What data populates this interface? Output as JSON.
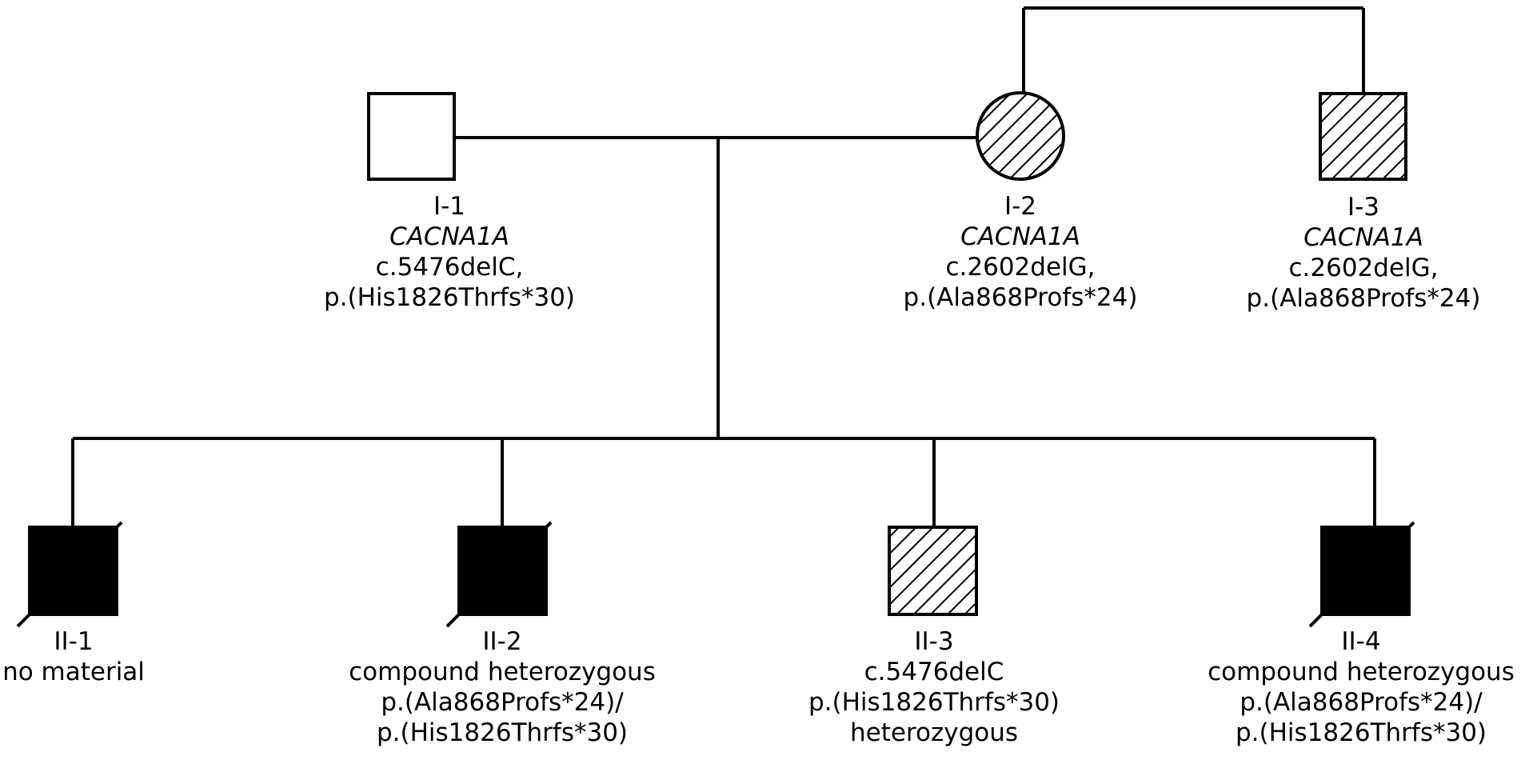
{
  "individuals": {
    "I1": {
      "id": "I-1",
      "gene": "CACNA1A",
      "lines": [
        "c.5476delC,",
        "p.(His1826Thrfs*30)"
      ],
      "sex": "male",
      "status": "unaffected",
      "deceased": false
    },
    "I2": {
      "id": "I-2",
      "gene": "CACNA1A",
      "lines": [
        "c.2602delG,",
        "p.(Ala868Profs*24)"
      ],
      "sex": "female",
      "status": "carrier",
      "deceased": false
    },
    "I3": {
      "id": "I-3",
      "gene": "CACNA1A",
      "lines": [
        "c.2602delG,",
        "p.(Ala868Profs*24)"
      ],
      "sex": "male",
      "status": "carrier",
      "deceased": false
    },
    "II1": {
      "id": "II-1",
      "lines": [
        "no material"
      ],
      "sex": "male",
      "status": "affected",
      "deceased": true
    },
    "II2": {
      "id": "II-2",
      "lines": [
        "compound heterozygous",
        "p.(Ala868Profs*24)/",
        "p.(His1826Thrfs*30)"
      ],
      "sex": "male",
      "status": "affected",
      "deceased": true
    },
    "II3": {
      "id": "II-3",
      "lines": [
        "c.5476delC",
        "p.(His1826Thrfs*30)",
        "heterozygous"
      ],
      "sex": "male",
      "status": "carrier",
      "deceased": false
    },
    "II4": {
      "id": "II-4",
      "lines": [
        "compound heterozygous",
        "p.(Ala868Profs*24)/",
        "p.(His1826Thrfs*30)"
      ],
      "sex": "male",
      "status": "affected",
      "deceased": true
    }
  }
}
